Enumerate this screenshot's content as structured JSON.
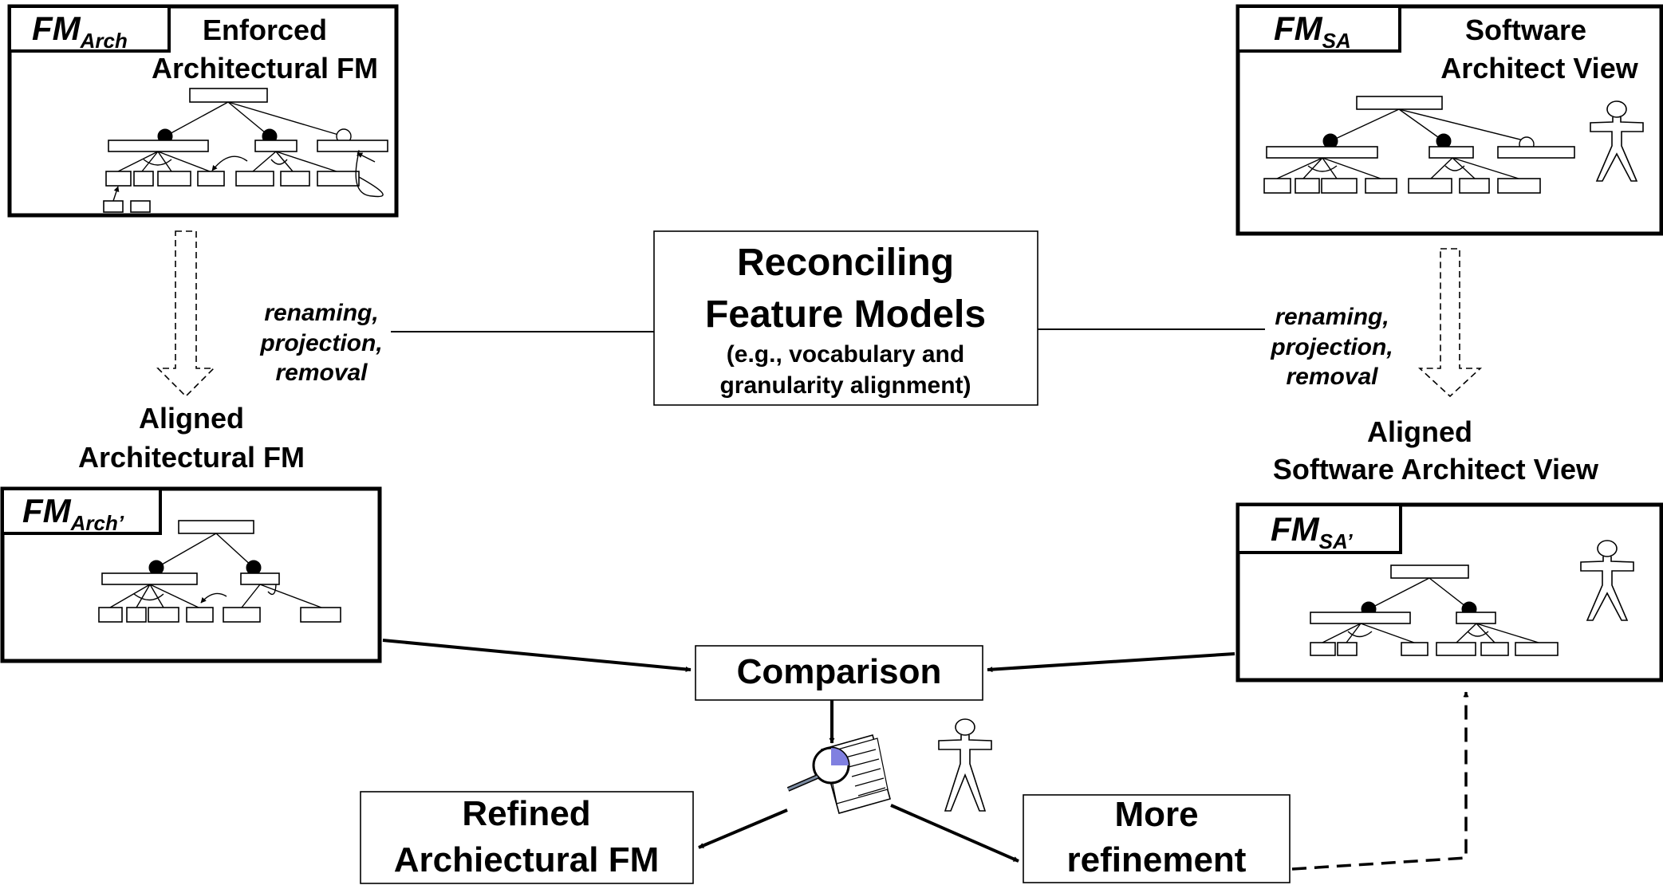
{
  "fm_arch": {
    "tag_main": "FM",
    "tag_sub": "Arch",
    "title_line1": "Enforced",
    "title_line2": "Architectural FM"
  },
  "fm_sa": {
    "tag_main": "FM",
    "tag_sub": "SA",
    "title_line1": "Software",
    "title_line2": "Architect View"
  },
  "reconcile": {
    "title_line1": "Reconciling",
    "title_line2": "Feature Models",
    "sub_line1": "(e.g., vocabulary and",
    "sub_line2": "granularity alignment)"
  },
  "ops_left": {
    "line1": "renaming,",
    "line2": "projection,",
    "line3": "removal"
  },
  "ops_right": {
    "line1": "renaming,",
    "line2": "projection,",
    "line3": "removal"
  },
  "aligned_arch": {
    "label_line1": "Aligned",
    "label_line2": "Architectural FM",
    "tag_main": "FM",
    "tag_sub": "Arch’"
  },
  "aligned_sa": {
    "label_line1": "Aligned",
    "label_line2": "Software Architect View",
    "tag_main": "FM",
    "tag_sub": "SA’"
  },
  "comparison": {
    "label": "Comparison"
  },
  "refined": {
    "line1": "Refined",
    "line2": "Archiectural FM"
  },
  "more": {
    "line1": "More",
    "line2": "refinement"
  },
  "icons": {
    "architect": "person-icon",
    "report": "magnifier-document-icon"
  },
  "colors": {
    "stroke": "#000000",
    "magnifier_fill": "#8080e0"
  }
}
